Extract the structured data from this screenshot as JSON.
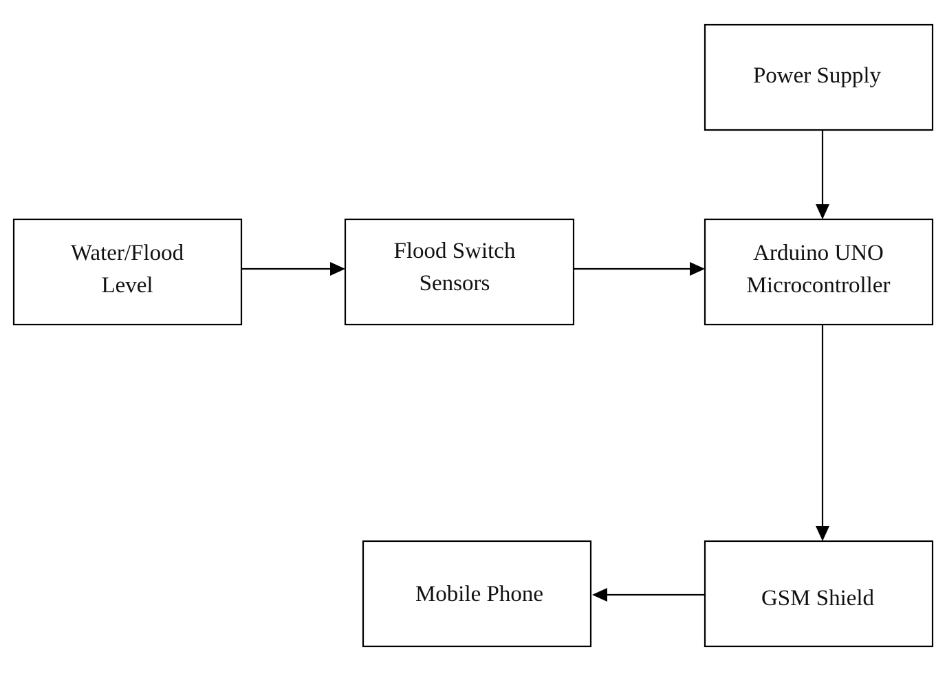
{
  "blocks": {
    "power_supply": {
      "lines": [
        "Power Supply"
      ]
    },
    "water_flood_level": {
      "lines": [
        "Water/Flood",
        "Level"
      ]
    },
    "flood_switch_sensors": {
      "lines": [
        "Flood Switch",
        "Sensors"
      ]
    },
    "arduino": {
      "lines": [
        "Arduino UNO",
        "Microcontroller"
      ]
    },
    "mobile_phone": {
      "lines": [
        "Mobile Phone"
      ]
    },
    "gsm_shield": {
      "lines": [
        "GSM Shield"
      ]
    }
  },
  "connections": [
    {
      "from": "water_flood_level",
      "to": "flood_switch_sensors"
    },
    {
      "from": "flood_switch_sensors",
      "to": "arduino"
    },
    {
      "from": "power_supply",
      "to": "arduino"
    },
    {
      "from": "arduino",
      "to": "gsm_shield"
    },
    {
      "from": "gsm_shield",
      "to": "mobile_phone"
    }
  ],
  "colors": {
    "stroke": "#000000",
    "background": "#ffffff",
    "text": "#111111"
  }
}
